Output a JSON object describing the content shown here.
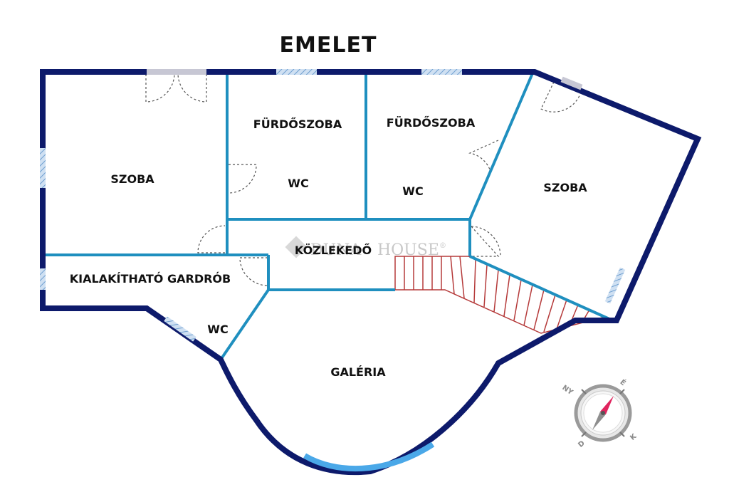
{
  "title": "EMELET",
  "rooms": {
    "szoba_left": "SZOBA",
    "furdoszoba_1": "FÜRDŐSZOBA",
    "wc_1": "WC",
    "furdoszoba_2": "FÜRDŐSZOBA",
    "wc_2": "WC",
    "szoba_right": "SZOBA",
    "kozlekedo": "KÖZLEKEDŐ",
    "gardrob": "KIALAKÍTHATÓ GARDRÓB",
    "wc_3": "WC",
    "galeria": "GALÉRIA"
  },
  "watermark": {
    "brand_left": "DUNA",
    "brand_right": "HOUSE",
    "mark": "®"
  },
  "compass": {
    "ny": "NY",
    "e": "É",
    "k": "K",
    "d": "D"
  },
  "colors": {
    "outer_wall": "#0d1a6b",
    "inner_wall": "#1f8fbf",
    "window": "#8fb9e0",
    "stairs": "#b53a3a",
    "door_swing": "#555555",
    "galeria_window": "#4aa8e8"
  }
}
